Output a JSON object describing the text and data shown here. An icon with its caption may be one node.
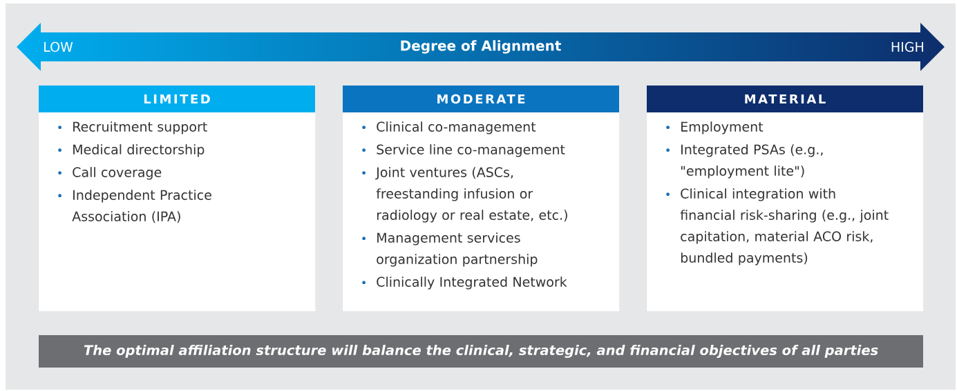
{
  "diagram": {
    "nodes": [
      {
        "text": [
          "LOW",
          "Degree of Alignment",
          "HIGH"
        ]
      },
      {
        "text": [
          "LIMITED",
          "Recruitment support",
          "Medical directorship",
          "Call coverage",
          "Independent Practice Association (IPA)"
        ]
      },
      {
        "text": [
          "MODERATE",
          "Clinical co-management",
          "Service line co-management",
          "Joint ventures (ASCs, freestanding infusion or radiology or real estate, etc.)",
          "Management services organization partnership",
          "Clinically Integrated Network"
        ]
      },
      {
        "text": [
          "MATERIAL",
          "Employment",
          "Integrated PSAs (e.g., \"employment lite\")",
          "Clinical integration with financial risk-sharing (e.g., joint capitation, material ACO risk, bundled payments)"
        ]
      },
      {
        "text": [
          "The optimal affiliation structure will balance the clinical, strategic, and financial objectives of all parties"
        ]
      }
    ]
  }
}
